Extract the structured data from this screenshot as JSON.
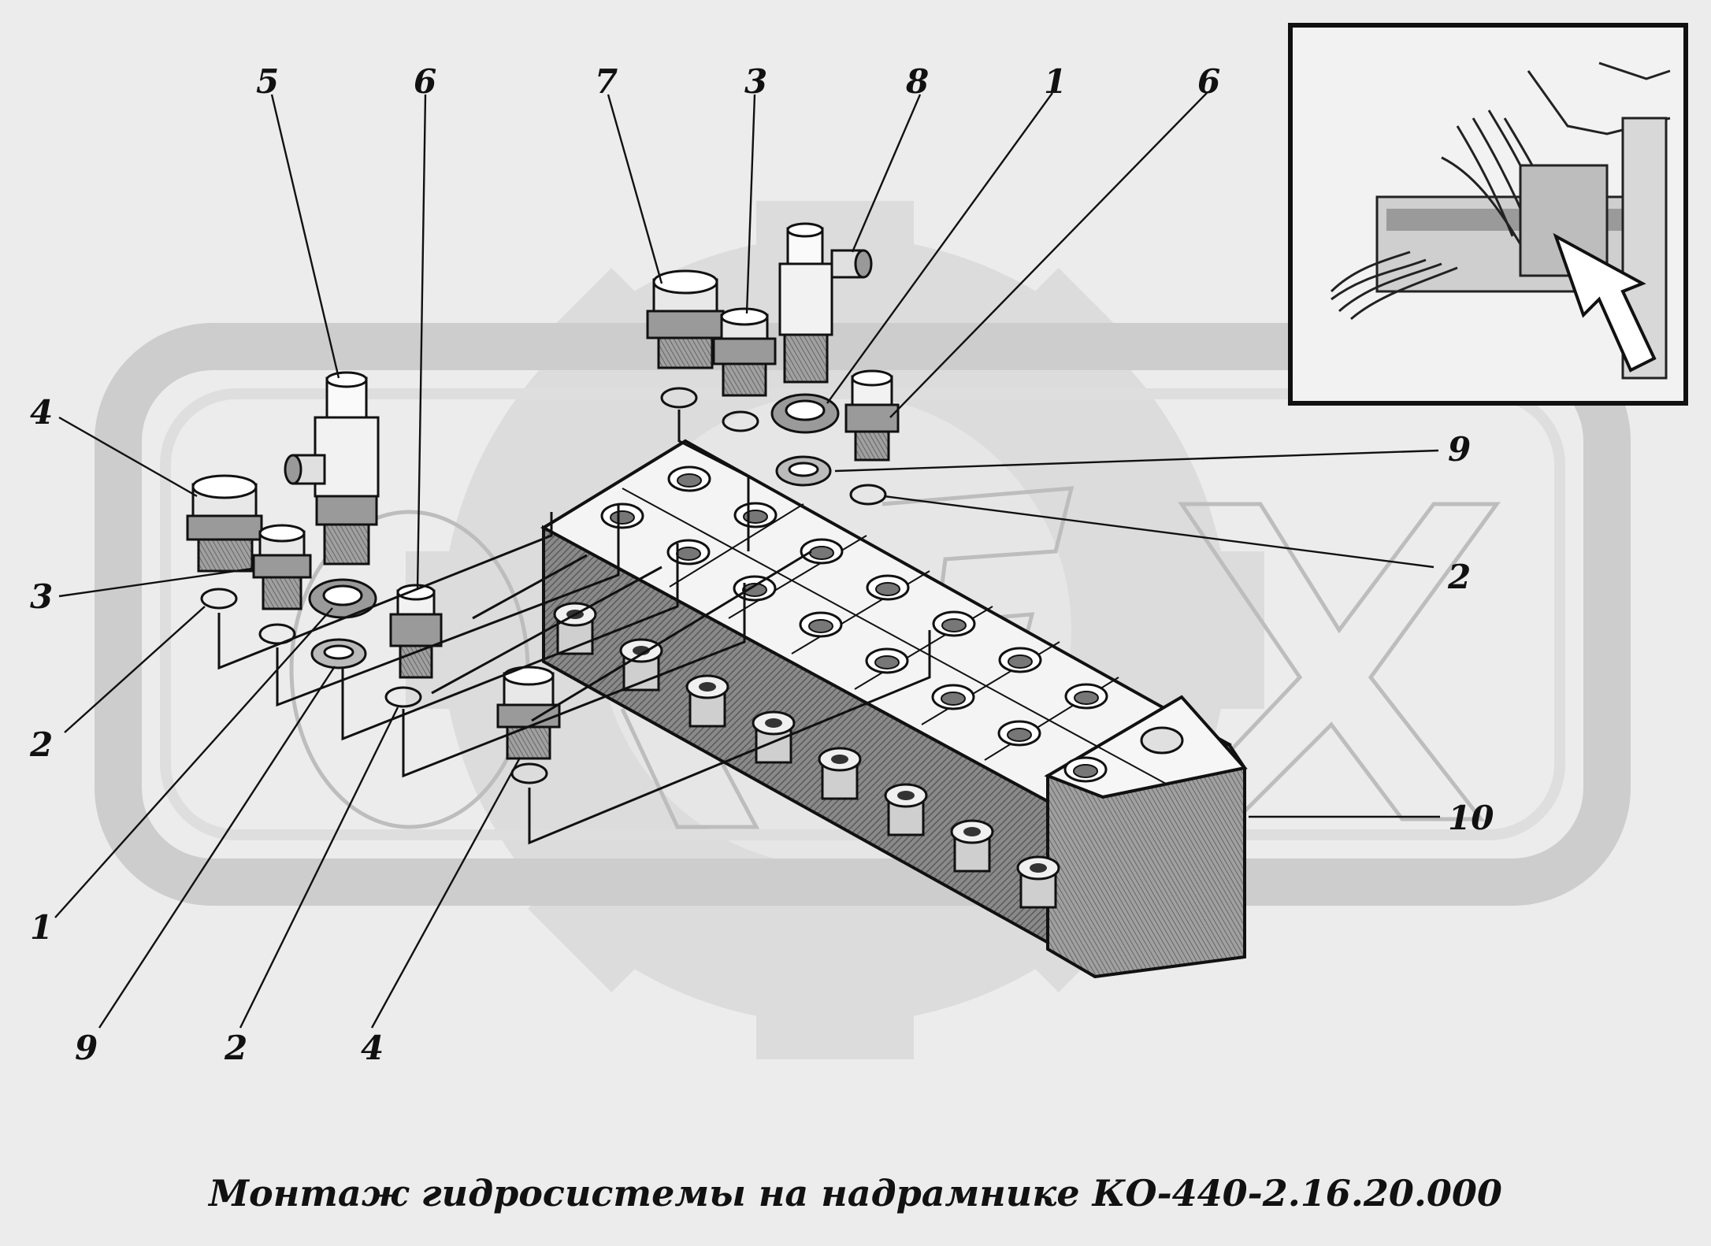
{
  "caption": "Монтаж гидросистемы на надрамнике КО-440-2.16.20.000",
  "watermark_text": "OREX",
  "colors": {
    "background": "#ececec",
    "ink": "#111111",
    "watermark": "#d6d6d6",
    "block_dark": "#7a7a7a",
    "block_top": "#f4f4f4"
  },
  "callouts": [
    {
      "id": "c-5",
      "label": "5"
    },
    {
      "id": "c-6a",
      "label": "6"
    },
    {
      "id": "c-7",
      "label": "7"
    },
    {
      "id": "c-3a",
      "label": "3"
    },
    {
      "id": "c-8",
      "label": "8"
    },
    {
      "id": "c-1a",
      "label": "1"
    },
    {
      "id": "c-6b",
      "label": "6"
    },
    {
      "id": "c-4a",
      "label": "4"
    },
    {
      "id": "c-3b",
      "label": "3"
    },
    {
      "id": "c-2a",
      "label": "2"
    },
    {
      "id": "c-9a",
      "label": "9"
    },
    {
      "id": "c-2b",
      "label": "2"
    },
    {
      "id": "c-10",
      "label": "10"
    },
    {
      "id": "c-1b",
      "label": "1"
    },
    {
      "id": "c-9b",
      "label": "9"
    },
    {
      "id": "c-2c",
      "label": "2"
    },
    {
      "id": "c-4b",
      "label": "4"
    }
  ]
}
